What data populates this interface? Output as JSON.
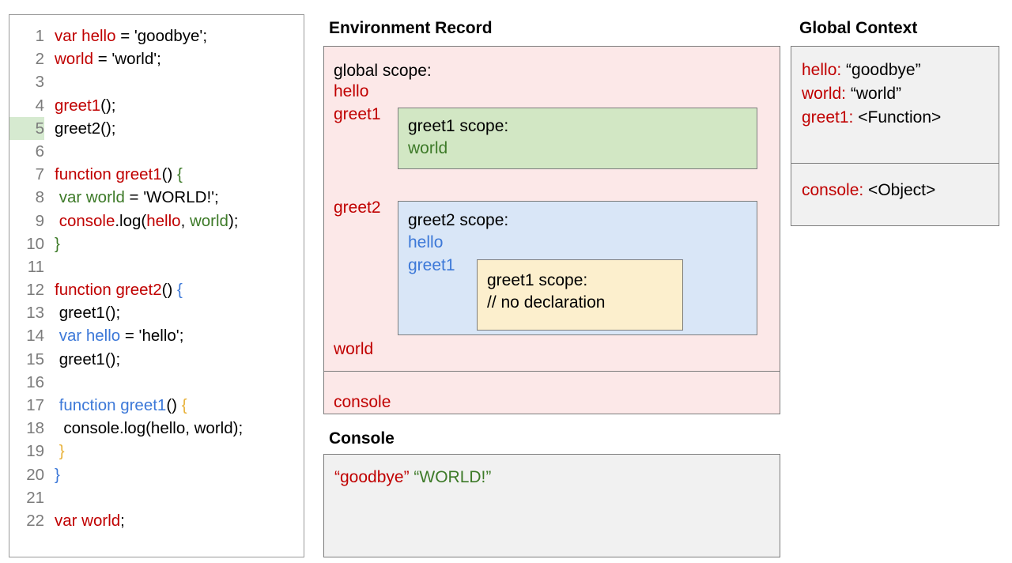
{
  "code_panel": {
    "highlighted_line": 5,
    "lines": [
      {
        "num": "1",
        "tokens": [
          {
            "t": "var hello",
            "c": "red"
          },
          {
            "t": " = 'goodbye';",
            "c": "black"
          }
        ]
      },
      {
        "num": "2",
        "tokens": [
          {
            "t": "world",
            "c": "red"
          },
          {
            "t": " = 'world';",
            "c": "black"
          }
        ]
      },
      {
        "num": "3",
        "tokens": []
      },
      {
        "num": "4",
        "tokens": [
          {
            "t": "greet1",
            "c": "red"
          },
          {
            "t": "();",
            "c": "black"
          }
        ]
      },
      {
        "num": "5",
        "tokens": [
          {
            "t": "greet2();",
            "c": "black"
          }
        ]
      },
      {
        "num": "6",
        "tokens": []
      },
      {
        "num": "7",
        "tokens": [
          {
            "t": "function greet1",
            "c": "red"
          },
          {
            "t": "() ",
            "c": "black"
          },
          {
            "t": "{",
            "c": "green"
          }
        ]
      },
      {
        "num": "8",
        "tokens": [
          {
            "t": " var world",
            "c": "green"
          },
          {
            "t": " = 'WORLD!';",
            "c": "black"
          }
        ]
      },
      {
        "num": "9",
        "tokens": [
          {
            "t": " console",
            "c": "red"
          },
          {
            "t": ".log(",
            "c": "black"
          },
          {
            "t": "hello",
            "c": "red"
          },
          {
            "t": ", ",
            "c": "black"
          },
          {
            "t": "world",
            "c": "green"
          },
          {
            "t": ");",
            "c": "black"
          }
        ]
      },
      {
        "num": "10",
        "tokens": [
          {
            "t": "}",
            "c": "green"
          }
        ]
      },
      {
        "num": "11",
        "tokens": []
      },
      {
        "num": "12",
        "tokens": [
          {
            "t": "function greet2",
            "c": "red"
          },
          {
            "t": "() ",
            "c": "black"
          },
          {
            "t": "{",
            "c": "blue"
          }
        ]
      },
      {
        "num": "13",
        "tokens": [
          {
            "t": " greet1();",
            "c": "black"
          }
        ]
      },
      {
        "num": "14",
        "tokens": [
          {
            "t": " var hello",
            "c": "blue"
          },
          {
            "t": " = 'hello';",
            "c": "black"
          }
        ]
      },
      {
        "num": "15",
        "tokens": [
          {
            "t": " greet1();",
            "c": "black"
          }
        ]
      },
      {
        "num": "16",
        "tokens": []
      },
      {
        "num": "17",
        "tokens": [
          {
            "t": " function greet1",
            "c": "blue"
          },
          {
            "t": "() ",
            "c": "black"
          },
          {
            "t": "{",
            "c": "yellow"
          }
        ]
      },
      {
        "num": "18",
        "tokens": [
          {
            "t": "  console.log(hello, world);",
            "c": "black"
          }
        ]
      },
      {
        "num": "19",
        "tokens": [
          {
            "t": " }",
            "c": "yellow"
          }
        ]
      },
      {
        "num": "20",
        "tokens": [
          {
            "t": "}",
            "c": "blue"
          }
        ]
      },
      {
        "num": "21",
        "tokens": []
      },
      {
        "num": "22",
        "tokens": [
          {
            "t": "var world",
            "c": "red"
          },
          {
            "t": ";",
            "c": "black"
          }
        ]
      }
    ]
  },
  "environment_record": {
    "title": "Environment Record",
    "global_scope_label": "global scope:",
    "global_bindings": {
      "hello": "hello",
      "greet1": "greet1",
      "greet2": "greet2",
      "world": "world"
    },
    "console_binding": "console",
    "greet1_scope": {
      "label": "greet1 scope:",
      "binding": "world"
    },
    "greet2_scope": {
      "label": "greet2 scope:",
      "binding_hello": "hello",
      "binding_greet1": "greet1"
    },
    "nested_greet1_scope": {
      "label": "greet1 scope:",
      "note": "// no declaration"
    },
    "colors": {
      "global_bg": "#fce8e8",
      "greet1_bg": "#d2e7c4",
      "greet2_bg": "#d9e6f7",
      "nested_bg": "#fcefcd",
      "border": "#7d7d7d"
    }
  },
  "global_context": {
    "title": "Global Context",
    "variables": [
      {
        "key": "hello:",
        "value": "“goodbye”"
      },
      {
        "key": "world:",
        "value": "“world”"
      },
      {
        "key": "greet1:",
        "value": "<Function>"
      }
    ],
    "objects": [
      {
        "key": "console:",
        "value": "<Object>"
      }
    ],
    "colors": {
      "bg": "#f1f1f1",
      "key": "#c00000",
      "border": "#7d7d7d"
    }
  },
  "console": {
    "title": "Console",
    "entries": [
      {
        "text": "“goodbye”",
        "color": "red"
      },
      {
        "text": "“WORLD!”",
        "color": "green"
      }
    ],
    "colors": {
      "bg": "#f1f1f1",
      "border": "#7d7d7d"
    }
  }
}
